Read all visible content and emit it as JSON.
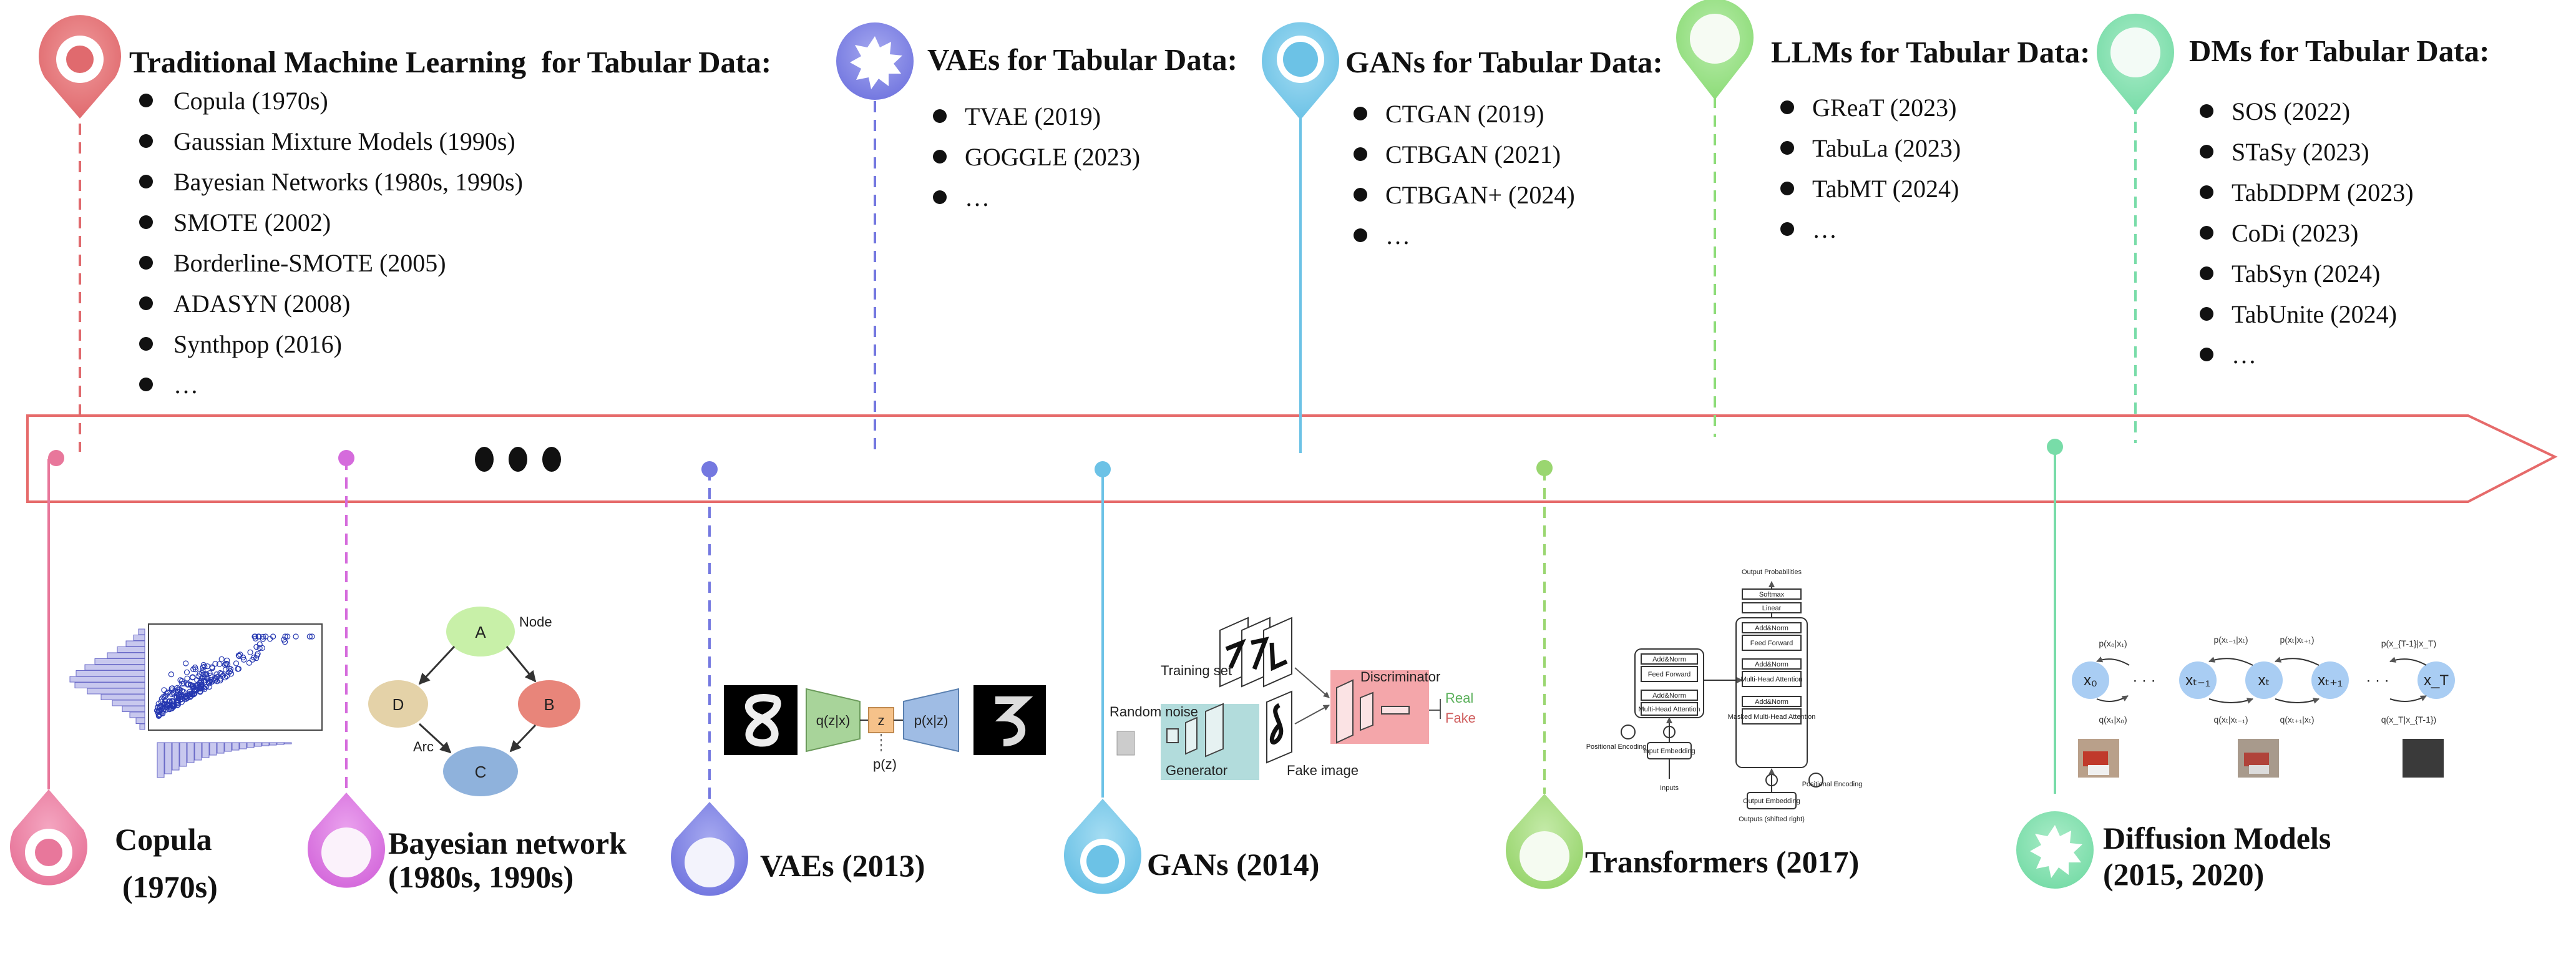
{
  "colors": {
    "copula": "#e8779b",
    "trad_ml": "#e06a6e",
    "bayes": "#d56bdc",
    "vae": "#7478e0",
    "gan": "#6cc2e6",
    "transformer": "#9ad670",
    "llm": "#8ddc78",
    "diffusion": "#78dca8",
    "arrow": "#e66a6a",
    "text": "#111111"
  },
  "top_groups": [
    {
      "title": "Traditional Machine Learning  for Tabular Data:",
      "items": [
        "Copula (1970s)",
        "Gaussian Mixture Models (1990s)",
        "Bayesian Networks (1980s, 1990s)",
        "SMOTE (2002)",
        "Borderline-SMOTE (2005)",
        "ADASYN (2008)",
        "Synthpop (2016)",
        "…"
      ]
    },
    {
      "title": "VAEs for Tabular Data:",
      "items": [
        "TVAE (2019)",
        "GOGGLE (2023)",
        "…"
      ]
    },
    {
      "title": "GANs for Tabular Data:",
      "items": [
        "CTGAN (2019)",
        "CTBGAN (2021)",
        "CTBGAN+ (2024)",
        "…"
      ]
    },
    {
      "title": "LLMs for Tabular Data:",
      "items": [
        "GReaT (2023)",
        "TabuLa (2023)",
        "TabMT (2024)",
        "…"
      ]
    },
    {
      "title": "DMs for Tabular Data:",
      "items": [
        "SOS (2022)",
        "STaSy (2023)",
        "TabDDPM (2023)",
        "CoDi (2023)",
        "TabSyn (2024)",
        "TabUnite (2024)",
        "…"
      ]
    }
  ],
  "bottom_milestones": [
    {
      "line1": "Copula",
      "line2": "(1970s)"
    },
    {
      "line1": "Bayesian network",
      "line2": "(1980s, 1990s)"
    },
    {
      "line1": "VAEs (2013)",
      "line2": ""
    },
    {
      "line1": "GANs (2014)",
      "line2": ""
    },
    {
      "line1": "Transformers (2017)",
      "line2": ""
    },
    {
      "line1": "Diffusion Models",
      "line2": "(2015, 2020)"
    }
  ],
  "figures": {
    "bayes": {
      "node_label": "Node",
      "arc_label": "Arc",
      "nodes": [
        "A",
        "D",
        "B",
        "C"
      ]
    },
    "vae": {
      "encoder": "q(z|x)",
      "latent": "z",
      "decoder": "p(x|z)",
      "prior": "p(z)"
    },
    "gan": {
      "training_set": "Training set",
      "random_noise": "Random noise",
      "generator": "Generator",
      "fake_image": "Fake image",
      "discriminator": "Discriminator",
      "real": "Real",
      "fake": "Fake"
    },
    "transformer": {
      "output_probabilities": "Output Probabilities",
      "softmax": "Softmax",
      "linear": "Linear",
      "add_norm": "Add&Norm",
      "feed_forward": "Feed Forward",
      "multi_head_attention": "Multi-Head Attention",
      "masked_multi_head_attention": "Masked Multi-Head Attention",
      "input_embedding": "Input Embedding",
      "output_embedding": "Output Embedding",
      "positional_encoding": "Positional Encoding",
      "inputs": "Inputs",
      "outputs": "Outputs (shifted right)"
    },
    "diffusion": {
      "nodes": [
        "x₀",
        "xₜ₋₁",
        "xₜ",
        "xₜ₊₁",
        "x_T"
      ],
      "ellipsis": "· · ·",
      "p_labels": [
        "p(x₀|x₁)",
        "p(xₜ₋₁|xₜ)",
        "p(xₜ|xₜ₊₁)",
        "p(x_{T-1}|x_T)"
      ],
      "q_labels": [
        "q(x₁|x₀)",
        "q(xₜ|xₜ₋₁)",
        "q(xₜ₊₁|xₜ)",
        "q(x_T|x_{T-1})"
      ]
    }
  }
}
